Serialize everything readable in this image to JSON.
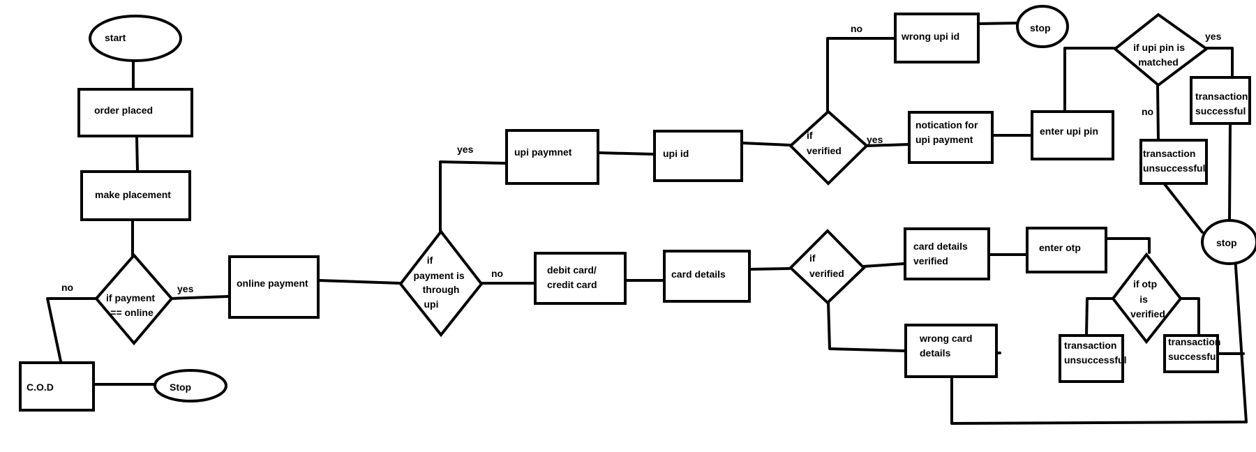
{
  "nodes": {
    "start": "start",
    "order_placed": "order placed",
    "make_placement": "make placement",
    "if_payment_online": [
      "if payment",
      "== online"
    ],
    "cod": "C.O.D",
    "stop_cod": "Stop",
    "online_payment": "online payment",
    "if_payment_upi": [
      "if",
      "payment  is",
      "through",
      "upi"
    ],
    "upi_payment": "upi paymnet",
    "upi_id": "upi id",
    "if_verified_upi": [
      "if",
      "verified"
    ],
    "wrong_upi_id": "wrong upi id",
    "stop_top": "stop",
    "notification_upi": [
      "notication for",
      "upi payment"
    ],
    "enter_upi_pin": "enter upi pin",
    "if_upi_pin_matched": [
      "if upi pin is",
      "matched"
    ],
    "transaction_successful_upi": [
      "transaction",
      "successful"
    ],
    "transaction_unsuccessful_upi": [
      "transaction",
      "unsuccessful"
    ],
    "stop_right": "stop",
    "debit_credit_card": [
      "debit card/",
      "credit card"
    ],
    "card_details": "card details",
    "if_verified_card": [
      "if",
      "verified"
    ],
    "card_details_verified": [
      "card details",
      "verified"
    ],
    "enter_otp": "enter otp",
    "if_otp_verified": [
      "if otp",
      "is",
      "verified"
    ],
    "transaction_unsuccessful_card": [
      "transaction",
      "unsuccessful"
    ],
    "transaction_successful_card": [
      "transaction",
      "successful"
    ],
    "wrong_card_details": [
      "wrong card",
      "details"
    ]
  },
  "edge_labels": {
    "no_cod": "no",
    "yes_online": "yes",
    "yes_upi": "yes",
    "no_card": "no",
    "no_wrong_upi": "no",
    "yes_notification": "yes",
    "yes_pin": "yes",
    "no_pin": "no"
  }
}
